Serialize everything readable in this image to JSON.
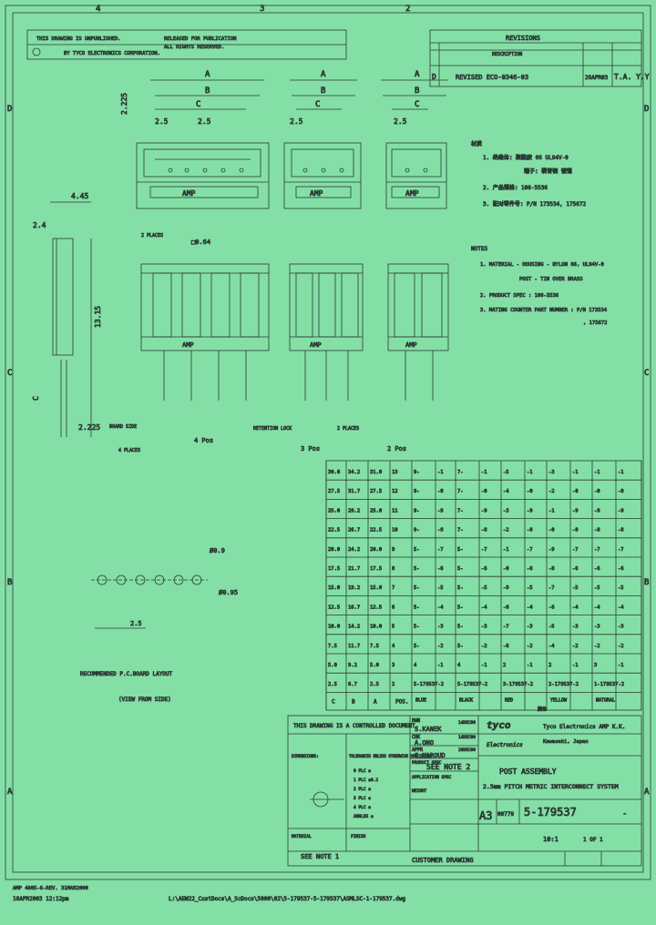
{
  "zones": {
    "top": [
      "4",
      "3",
      "2"
    ],
    "left": [
      "D",
      "C",
      "B",
      "A"
    ]
  },
  "header": {
    "notice_line1": "THIS DRAWING IS UNPUBLISHED.",
    "notice_line2": "RELEASED FOR PUBLICATION",
    "copyright": "BY TYCO ELECTRONICS CORPORATION.",
    "rights": "ALL RIGHTS RESERVED."
  },
  "revisions": {
    "title": "REVISIONS",
    "col_desc": "DESCRIPTION",
    "entry_ltr": "D",
    "entry_desc": "REVISED   ECO-0346-03",
    "entry_date": "26APR03",
    "entry_by": "T.A. Y.Y"
  },
  "dims": {
    "A": "A",
    "B": "B",
    "C": "C",
    "pitch1": "2.5",
    "pitch2": "2.5",
    "pitch3": "2.5",
    "pitch4": "2.5",
    "h2225": "2.225",
    "h445": "4.45",
    "h24": "2.4",
    "h1315": "13.15",
    "h2225b": "2.225",
    "pin064": "□0.64",
    "d09": "Ø0.9",
    "d095": "Ø0.95",
    "p25": "2.5",
    "amp": "AMP"
  },
  "callouts": {
    "c1": "2 PLACES",
    "c2": "RETENTION LOCK",
    "c3": "2 PLACES",
    "c4": "BOARD SIDE",
    "c5": "4 PLACES"
  },
  "labels": {
    "view4": "4 Pos",
    "view3": "3 Pos",
    "view2": "2 Pos",
    "pcb_title": "RECOMMENDED P.C.BOARD LAYOUT",
    "pcb_sub": "(VIEW FROM SIDE)"
  },
  "notes_top": {
    "head": "材质",
    "n1": "1. 绝缘体: 聚酰胺 66 UL94V-0",
    "n1b": "端子: 磷青铜 镀锡",
    "n2": "2. 产品规格: 108-5536",
    "n3": "3. 配对零件号: P/N 173534, 175672"
  },
  "notes_en": {
    "head": "NOTES",
    "n1": "1. MATERIAL - HOUSING - NYLON 66, UL94V-0",
    "n1b": "POST - TIN OVER BRASS",
    "n2": "2. PRODUCT SPEC : 108-5536",
    "n3": "3. MATING COUNTER PART NUMBER : P/N 173534",
    "n3b": ", 175672"
  },
  "table": {
    "rows": [
      [
        "30.0",
        "34.2",
        "31.0",
        "13",
        "9-",
        "-1",
        "7-",
        "-1",
        "-5",
        "-1",
        "-3",
        "-1",
        "-1",
        "-1"
      ],
      [
        "27.5",
        "31.7",
        "27.5",
        "12",
        "9-",
        "-0",
        "7-",
        "-0",
        "-4",
        "-0",
        "-2",
        "-0",
        "-0",
        "-0"
      ],
      [
        "25.0",
        "29.2",
        "25.0",
        "11",
        "9-",
        "-9",
        "7-",
        "-9",
        "-3",
        "-9",
        "-1",
        "-9",
        "-9",
        "-9"
      ],
      [
        "22.5",
        "26.7",
        "22.5",
        "10",
        "9-",
        "-8",
        "7-",
        "-8",
        "-2",
        "-8",
        "-0",
        "-8",
        "-8",
        "-8"
      ],
      [
        "20.0",
        "24.2",
        "20.0",
        "9",
        "5-",
        "-7",
        "5-",
        "-7",
        "-1",
        "-7",
        "-9",
        "-7",
        "-7",
        "-7"
      ],
      [
        "17.5",
        "21.7",
        "17.5",
        "8",
        "5-",
        "-6",
        "5-",
        "-6",
        "-0",
        "-6",
        "-8",
        "-6",
        "-6",
        "-6"
      ],
      [
        "15.0",
        "19.2",
        "15.0",
        "7",
        "5-",
        "-5",
        "5-",
        "-5",
        "-9",
        "-5",
        "-7",
        "-5",
        "-5",
        "-5"
      ],
      [
        "12.5",
        "16.7",
        "12.5",
        "6",
        "5-",
        "-4",
        "5-",
        "-4",
        "-8",
        "-4",
        "-6",
        "-4",
        "-4",
        "-4"
      ],
      [
        "10.0",
        "14.2",
        "10.0",
        "5",
        "5-",
        "-3",
        "5-",
        "-3",
        "-7",
        "-3",
        "-5",
        "-3",
        "-3",
        "-3"
      ],
      [
        "7.5",
        "11.7",
        "7.5",
        "4",
        "5-",
        "-2",
        "5-",
        "-2",
        "-6",
        "-2",
        "-4",
        "-2",
        "-2",
        "-2"
      ],
      [
        "5.0",
        "9.2",
        "5.0",
        "3",
        "4",
        "-1",
        "4",
        "-1",
        "2",
        "-1",
        "2",
        "-1",
        "3",
        "-1"
      ],
      [
        "2.5",
        "6.7",
        "2.5",
        "2",
        "5-179537-2",
        "",
        "5-179537-2",
        "",
        "3-179537-2",
        "",
        "2-179537-2",
        "",
        "1-179537-2",
        ""
      ]
    ],
    "foot_cols": [
      "C",
      "B",
      "A",
      "POS."
    ],
    "foot_colors": [
      "BLUE",
      "BLACK",
      "RED",
      "YELLOW",
      "NATURAL"
    ],
    "foot_note": "颜色"
  },
  "title_block": {
    "controlled": "THIS DRAWING IS A CONTROLLED DOCUMENT.",
    "dwn": "DWN",
    "dwn_name": "S.KANEK",
    "dwn_date": "14DEC00",
    "chk": "CHK",
    "chk_name": "A.ONO",
    "chk_date": "14DEC00",
    "appr": "APPR",
    "appr_name": "S.KAROUD",
    "appr_date": "20DEC00",
    "prod_spec": "PRODUCT SPEC",
    "prod_spec_val": "SEE NOTE 2",
    "app_spec": "APPLICATION SPEC",
    "weight": "WEIGHT",
    "company": "Tyco Electronics AMP K.K.",
    "city": "Kawasaki, Japan",
    "logo": "tyco",
    "logo_sub": "Electronics",
    "title_line1": "POST  ASSEMBLY",
    "title_line2": "2.5mm PITCH METRIC INTERCONNECT SYSTEM",
    "size": "A3",
    "cage": "00779",
    "dwg_no": "5-179537",
    "rev": "-",
    "scale": "10:1",
    "sheet": "1 OF 1",
    "customer_drawing": "CUSTOMER DRAWING",
    "material": "MATERIAL",
    "material_val": "SEE NOTE 1",
    "finish": "FINISH",
    "dims_label": "DIMENSIONS:",
    "tol_label": "TOLERANCES UNLESS OTHERWISE SPECIFIED:",
    "tol1": "0 PLC ±",
    "tol2": "1 PLC ±0.2",
    "tol3": "2 PLC ±",
    "tol4": "3 PLC ±",
    "tol5": "4 PLC ±",
    "tol6": "ANGLES ±"
  },
  "footer": {
    "date_line": "16APR2003  12:12pm",
    "format": "AMP 4805-6-REV. 31MAR2000",
    "path": "L:\\AEW22_CustDocs\\A_ScDocs\\5000\\02\\5-179537-5-179537\\ASMLSC-1-179537.dwg"
  }
}
